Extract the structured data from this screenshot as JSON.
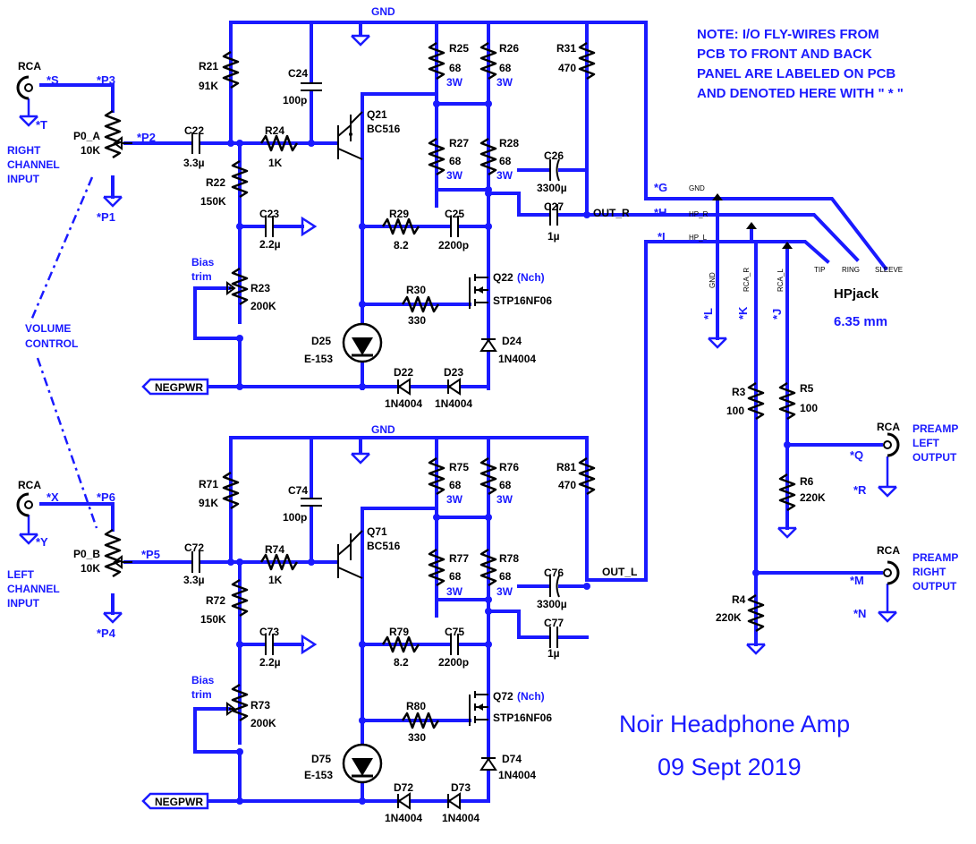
{
  "note": [
    "NOTE: I/O FLY-WIRES FROM",
    "PCB TO FRONT AND BACK",
    "PANEL ARE LABELED ON PCB",
    "AND DENOTED HERE WITH \" * \""
  ],
  "title": "Noir Headphone Amp",
  "date": "09 Sept 2019",
  "nets": {
    "gnd": "GND",
    "negpwr": "NEGPWR",
    "out_r": "OUT_R",
    "out_l": "OUT_L"
  },
  "volume_control": [
    "VOLUME",
    "CONTROL"
  ],
  "right_in": {
    "rca": "RCA",
    "s": "*S",
    "t": "*T",
    "text": [
      "RIGHT",
      "CHANNEL",
      "INPUT"
    ]
  },
  "left_in": {
    "rca": "RCA",
    "x": "*X",
    "y": "*Y",
    "text": [
      "LEFT",
      "CHANNEL",
      "INPUT"
    ]
  },
  "pots": {
    "p0a": "P0_A",
    "p0a_val": "10K",
    "p0b": "P0_B",
    "p0b_val": "10K",
    "p1": "*P1",
    "p2": "*P2",
    "p3": "*P3",
    "p4": "*P4",
    "p5": "*P5",
    "p6": "*P6"
  },
  "top": {
    "r21": "R21",
    "r21v": "91K",
    "r22": "R22",
    "r22v": "150K",
    "r23": "R23",
    "r23v": "200K",
    "r24": "R24",
    "r24v": "1K",
    "r25": "R25",
    "r25v": "68",
    "r25w": "3W",
    "r26": "R26",
    "r26v": "68",
    "r26w": "3W",
    "r27": "R27",
    "r27v": "68",
    "r27w": "3W",
    "r28": "R28",
    "r28v": "68",
    "r28w": "3W",
    "r29": "R29",
    "r29v": "8.2",
    "r30": "R30",
    "r30v": "330",
    "r31": "R31",
    "r31v": "470",
    "c22": "C22",
    "c22v": "3.3µ",
    "c23": "C23",
    "c23v": "2.2µ",
    "c24": "C24",
    "c24v": "100p",
    "c25": "C25",
    "c25v": "2200p",
    "c26": "C26",
    "c26v": "3300µ",
    "c27": "C27",
    "c27v": "1µ",
    "q21": "Q21",
    "q21v": "BC516",
    "q22": "Q22",
    "q22n": "(Nch)",
    "q22v": "STP16NF06",
    "d25": "D25",
    "d25v": "E-153",
    "d24": "D24",
    "d24v": "1N4004",
    "d22": "D22",
    "d22v": "1N4004",
    "d23": "D23",
    "d23v": "1N4004",
    "bias": [
      "Bias",
      "trim"
    ]
  },
  "bottom": {
    "r71": "R71",
    "r71v": "91K",
    "r72": "R72",
    "r72v": "150K",
    "r73": "R73",
    "r73v": "200K",
    "r74": "R74",
    "r74v": "1K",
    "r75": "R75",
    "r75v": "68",
    "r75w": "3W",
    "r76": "R76",
    "r76v": "68",
    "r76w": "3W",
    "r77": "R77",
    "r77v": "68",
    "r77w": "3W",
    "r78": "R78",
    "r78v": "68",
    "r78w": "3W",
    "r79": "R79",
    "r79v": "8.2",
    "r80": "R80",
    "r80v": "330",
    "r81": "R81",
    "r81v": "470",
    "c72": "C72",
    "c72v": "3.3µ",
    "c73": "C73",
    "c73v": "2.2µ",
    "c74": "C74",
    "c74v": "100p",
    "c75": "C75",
    "c75v": "2200p",
    "c76": "C76",
    "c76v": "3300µ",
    "c77": "C77",
    "c77v": "1µ",
    "q71": "Q71",
    "q71v": "BC516",
    "q72": "Q72",
    "q72n": "(Nch)",
    "q72v": "STP16NF06",
    "d75": "D75",
    "d75v": "E-153",
    "d74": "D74",
    "d74v": "1N4004",
    "d72": "D72",
    "d72v": "1N4004",
    "d73": "D73",
    "d73v": "1N4004",
    "bias": [
      "Bias",
      "trim"
    ]
  },
  "hpjack": {
    "g": "*G",
    "h": "*H",
    "i": "*I",
    "l": "*L",
    "k": "*K",
    "j": "*J",
    "gnd_small": "GND",
    "hp_r": "HP_R",
    "hp_l": "HP_L",
    "tip": "TIP",
    "ring": "RING",
    "sleeve": "SLEEVE",
    "v_gnd": "GND",
    "v_rca_r": "RCA_R",
    "v_rca_l": "RCA_L",
    "name": "HPjack",
    "size": "6.35 mm"
  },
  "preamp": {
    "r3": "R3",
    "r3v": "100",
    "r5": "R5",
    "r5v": "100",
    "r6": "R6",
    "r6v": "220K",
    "r4": "R4",
    "r4v": "220K",
    "rca_q": "RCA",
    "q": "*Q",
    "r": "*R",
    "left_text": [
      "PREAMP",
      "LEFT",
      "OUTPUT"
    ],
    "rca_m": "RCA",
    "m": "*M",
    "n": "*N",
    "right_text": [
      "PREAMP",
      "RIGHT",
      "OUTPUT"
    ]
  },
  "colors": {
    "wire": "#1a1aff",
    "component": "#000000"
  }
}
